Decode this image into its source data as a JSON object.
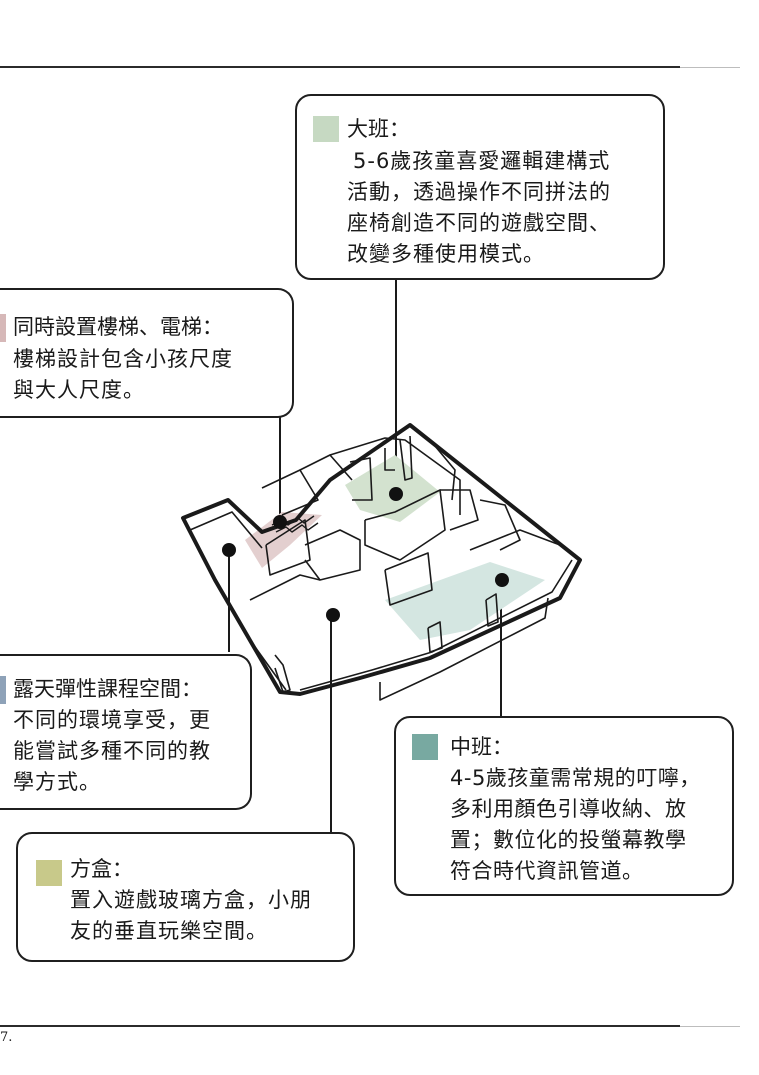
{
  "colors": {
    "large_class": "#c6d9c2",
    "mid_class": "#78a9a1",
    "box": "#c8c98a",
    "stairs": "#d6b8b8",
    "outdoor": "#8ea2b8",
    "mid_floor": "#d4e6e1",
    "large_floor": "#d3e2cf",
    "stairs_floor": "#e3cfcf"
  },
  "callouts": {
    "large_class": {
      "title": "大班：",
      "lines": [
        "5-6歲孩童喜愛邏輯建構式",
        "活動，透過操作不同拼法的",
        "座椅創造不同的遊戲空間、",
        "改變多種使用模式。"
      ]
    },
    "stairs": {
      "title": "同時設置樓梯、電梯：",
      "lines": [
        "樓梯設計包含小孩尺度",
        "與大人尺度。"
      ]
    },
    "outdoor": {
      "title": "露天彈性課程空間：",
      "lines": [
        "不同的環境享受，更",
        "能嘗試多種不同的教",
        "學方式。"
      ]
    },
    "mid_class": {
      "title": "中班：",
      "lines": [
        "4-5歲孩童需常規的叮嚀，",
        "多利用顏色引導收納、放",
        "置；數位化的投螢幕教學",
        "符合時代資訊管道。"
      ]
    },
    "box": {
      "title": "方盒：",
      "lines": [
        "置入遊戲玻璃方盒，小朋",
        "友的垂直玩樂空間。"
      ]
    }
  },
  "page_number": "7."
}
